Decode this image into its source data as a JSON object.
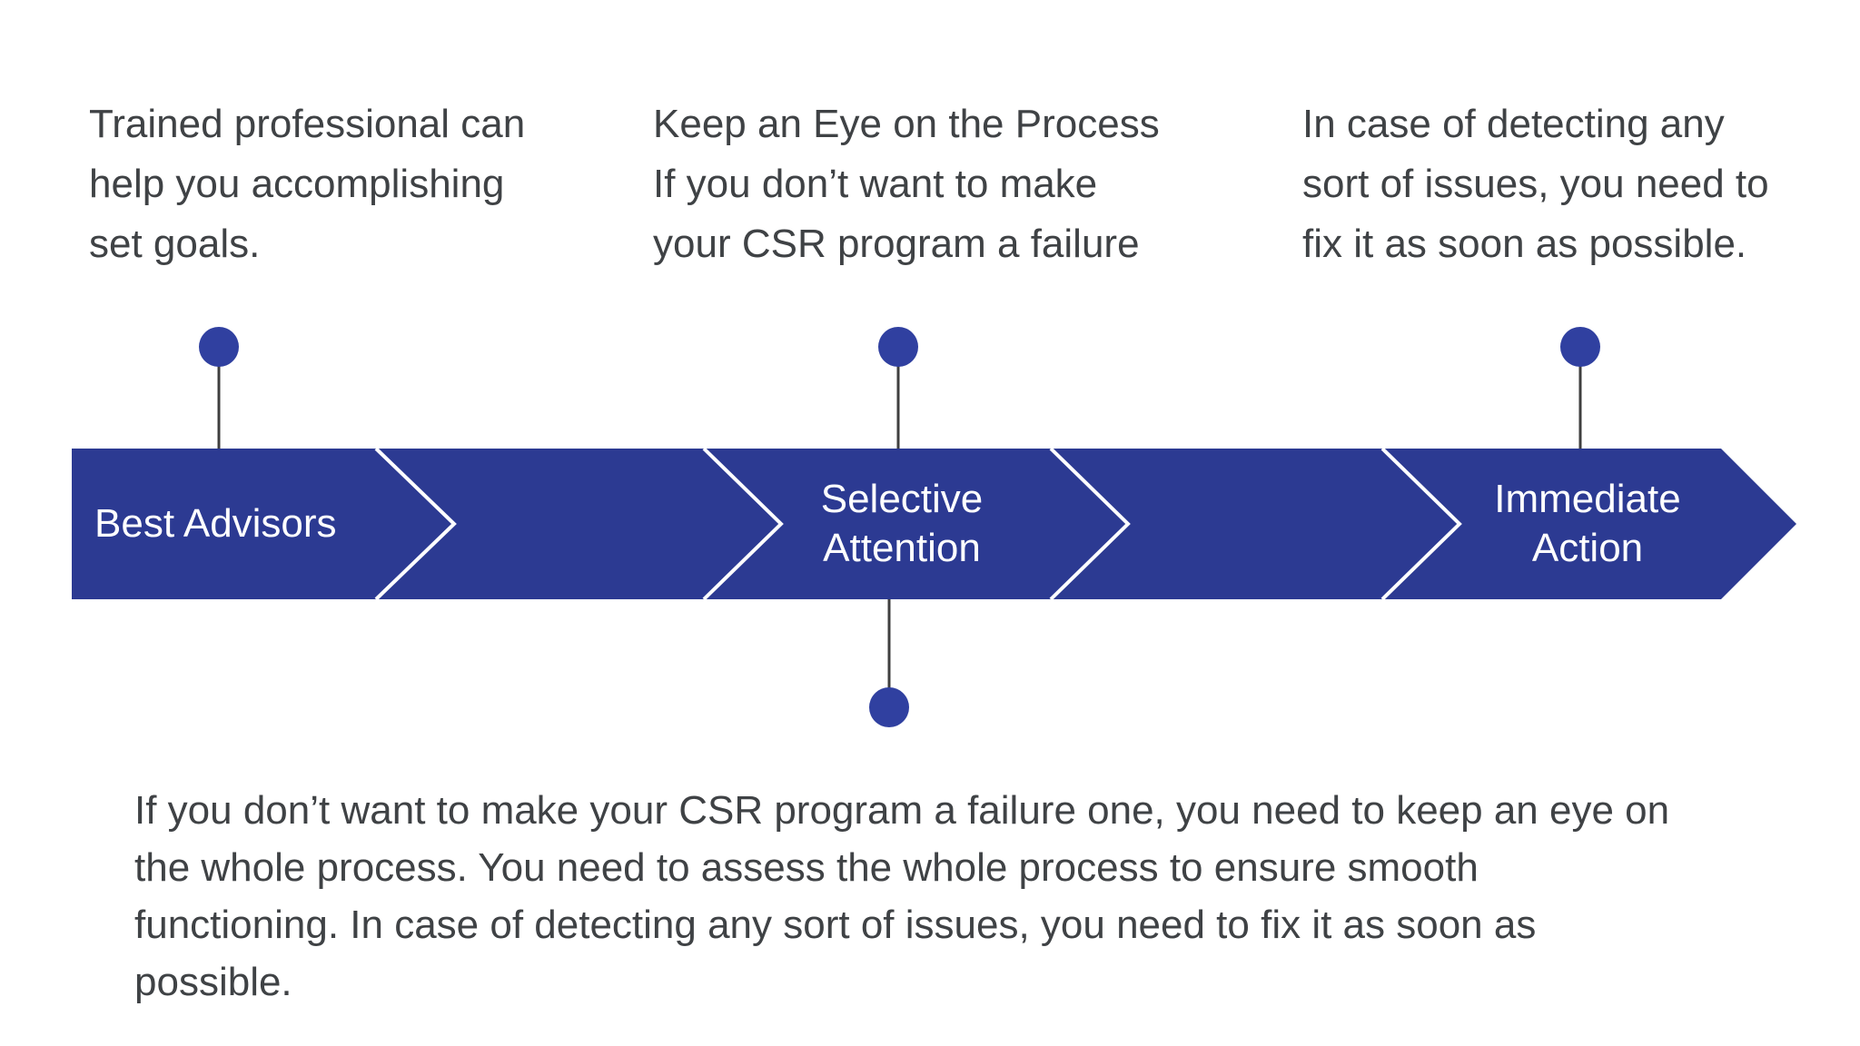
{
  "colors": {
    "band": "#2c3a92",
    "circle": "#3040a0",
    "chevron_outline": "#ffffff",
    "connector": "#3f3f3f",
    "text": "#3f4245",
    "band_text": "#ffffff",
    "background": "#ffffff"
  },
  "callouts": [
    {
      "step": "Best Advisors",
      "lines": [
        "Trained professional can",
        "help you accomplishing",
        "set goals."
      ]
    },
    {
      "step": "Selective Attention",
      "lines": [
        "Keep an Eye on the Process",
        "If you don’t want to make",
        "your CSR program a failure"
      ]
    },
    {
      "step": "Immediate Action",
      "lines": [
        "In case of detecting any",
        "sort of issues, you need to",
        "fix it as soon as possible."
      ]
    }
  ],
  "timeline": {
    "steps": [
      {
        "label_lines": [
          "Best Advisors"
        ]
      },
      {
        "label_lines": [
          "Selective",
          "Attention"
        ]
      },
      {
        "label_lines": [
          "Immediate",
          "Action"
        ]
      }
    ]
  },
  "bottom_paragraph": {
    "lines": [
      "If you don’t want to make your CSR program a failure one, you need to keep an eye on",
      "the whole process. You need to assess the whole process to ensure smooth",
      "functioning. In case of detecting any sort of issues, you need to fix it as soon as",
      "possible."
    ]
  }
}
